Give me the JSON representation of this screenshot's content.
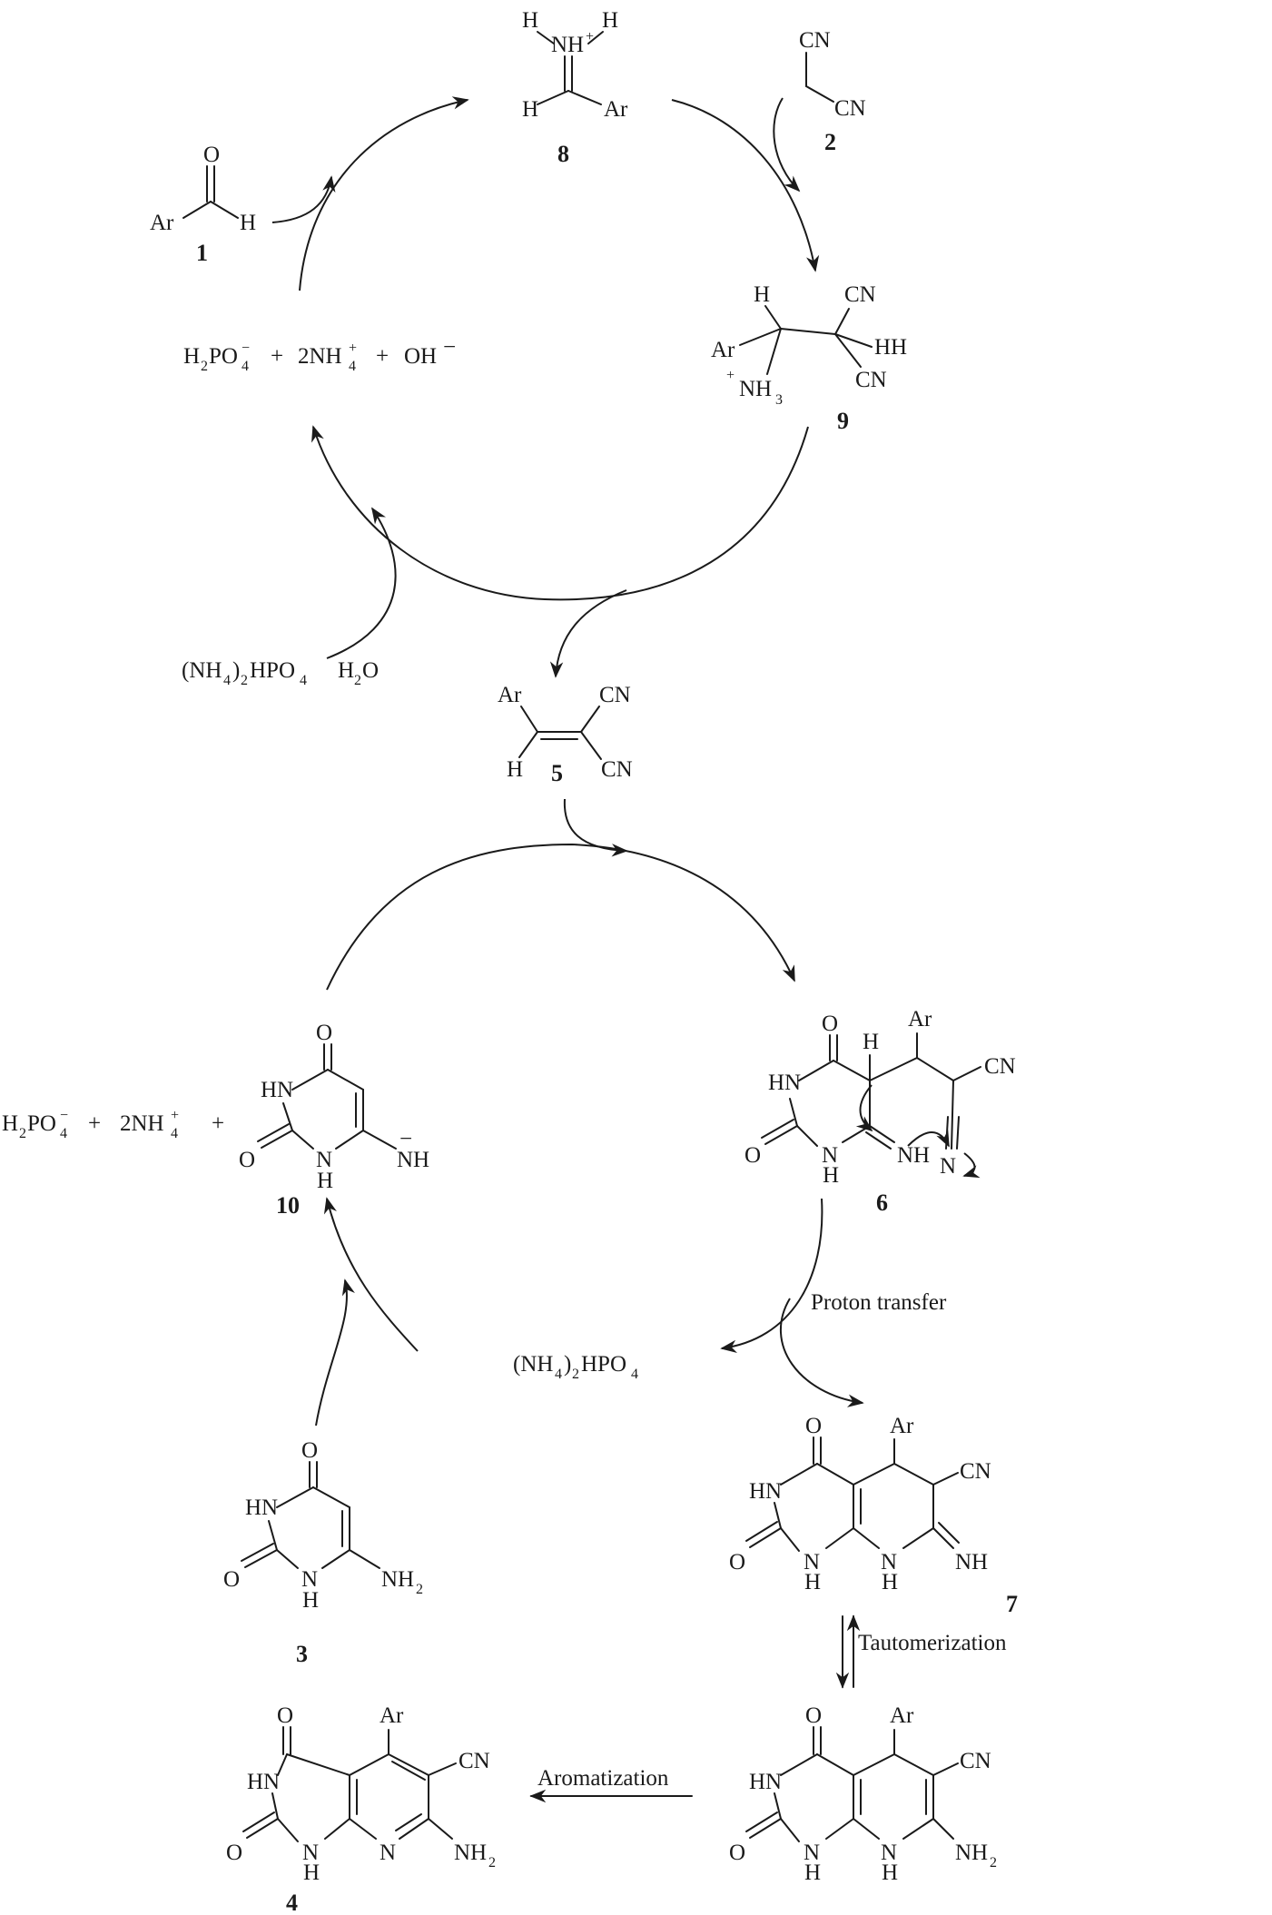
{
  "compounds": {
    "c1": {
      "number": "1",
      "ar": "Ar",
      "o": "O",
      "h": "H"
    },
    "c2": {
      "number": "2",
      "cn_top": "CN",
      "cn_bottom": "CN"
    },
    "c8": {
      "number": "8",
      "h1": "H",
      "h2": "H",
      "nh": "NH",
      "plus": "+",
      "h3": "H",
      "ar": "Ar"
    },
    "c9": {
      "number": "9",
      "h": "H",
      "ar": "Ar",
      "cn1": "CN",
      "hh": "HH",
      "cn2": "CN",
      "nh3_plus": "+",
      "nh3": "NH",
      "nh3_sub": "3"
    },
    "c5": {
      "number": "5",
      "ar": "Ar",
      "h": "H",
      "cn1": "CN",
      "cn2": "CN"
    },
    "c10": {
      "number": "10",
      "o_top": "O",
      "hn": "HN",
      "o_left": "O",
      "n": "N",
      "h": "H",
      "nh_minus": "−",
      "nh": "NH"
    },
    "c6": {
      "number": "6",
      "o_top": "O",
      "ar": "Ar",
      "h": "H",
      "cn": "CN",
      "hn": "HN",
      "o_left": "O",
      "n": "N",
      "h_bottom": "H",
      "nh": "NH",
      "n_triple": "N"
    },
    "c3": {
      "number": "3",
      "o_top": "O",
      "hn": "HN",
      "o_left": "O",
      "n": "N",
      "h": "H",
      "nh2": "NH",
      "nh2_sub": "2"
    },
    "c7": {
      "number": "7",
      "o_top": "O",
      "ar": "Ar",
      "cn": "CN",
      "hn": "HN",
      "o_left": "O",
      "n1": "N",
      "h1": "H",
      "n2": "N",
      "h2": "H",
      "nh": "NH"
    },
    "c_taut": {
      "o_top": "O",
      "ar": "Ar",
      "cn": "CN",
      "hn": "HN",
      "o_left": "O",
      "n1": "N",
      "h1": "H",
      "n2": "N",
      "h2": "H",
      "nh2": "NH",
      "nh2_sub": "2"
    },
    "c4": {
      "number": "4",
      "o_top": "O",
      "ar": "Ar",
      "cn": "CN",
      "hn": "HN",
      "o_left": "O",
      "n1": "N",
      "h1": "H",
      "n2": "N",
      "nh2": "NH",
      "nh2_sub": "2"
    }
  },
  "species": {
    "byproducts_top": {
      "h2po4": "H",
      "sub2": "2",
      "po4": "PO",
      "sub4": "4",
      "minus": "−",
      "plus1": "+",
      "nh4": "2NH",
      "nh4_sub": "4",
      "nh4_sup": "+",
      "plus2": "+",
      "oh": "OH",
      "oh_minus": "−"
    },
    "byproducts_left": {
      "h2po4": "H",
      "sub2": "2",
      "po4": "PO",
      "sub4": "4",
      "minus": "−",
      "plus1": "+",
      "nh4": "2NH",
      "nh4_sub": "4",
      "nh4_sup": "+",
      "plus2": "+"
    },
    "catalyst_top": {
      "open": "(NH",
      "sub4": "4",
      "close": ")",
      "sub2": "2",
      "hpo": "HPO",
      "sub4b": "4",
      "water": "H",
      "water_sub": "2",
      "water_o": "O"
    },
    "catalyst_bottom": {
      "open": "(NH",
      "sub4": "4",
      "close": ")",
      "sub2": "2",
      "hpo": "HPO",
      "sub4b": "4"
    }
  },
  "steps": {
    "proton_transfer": "Proton transfer",
    "tautomerization": "Tautomerization",
    "aromatization": "Aromatization"
  }
}
